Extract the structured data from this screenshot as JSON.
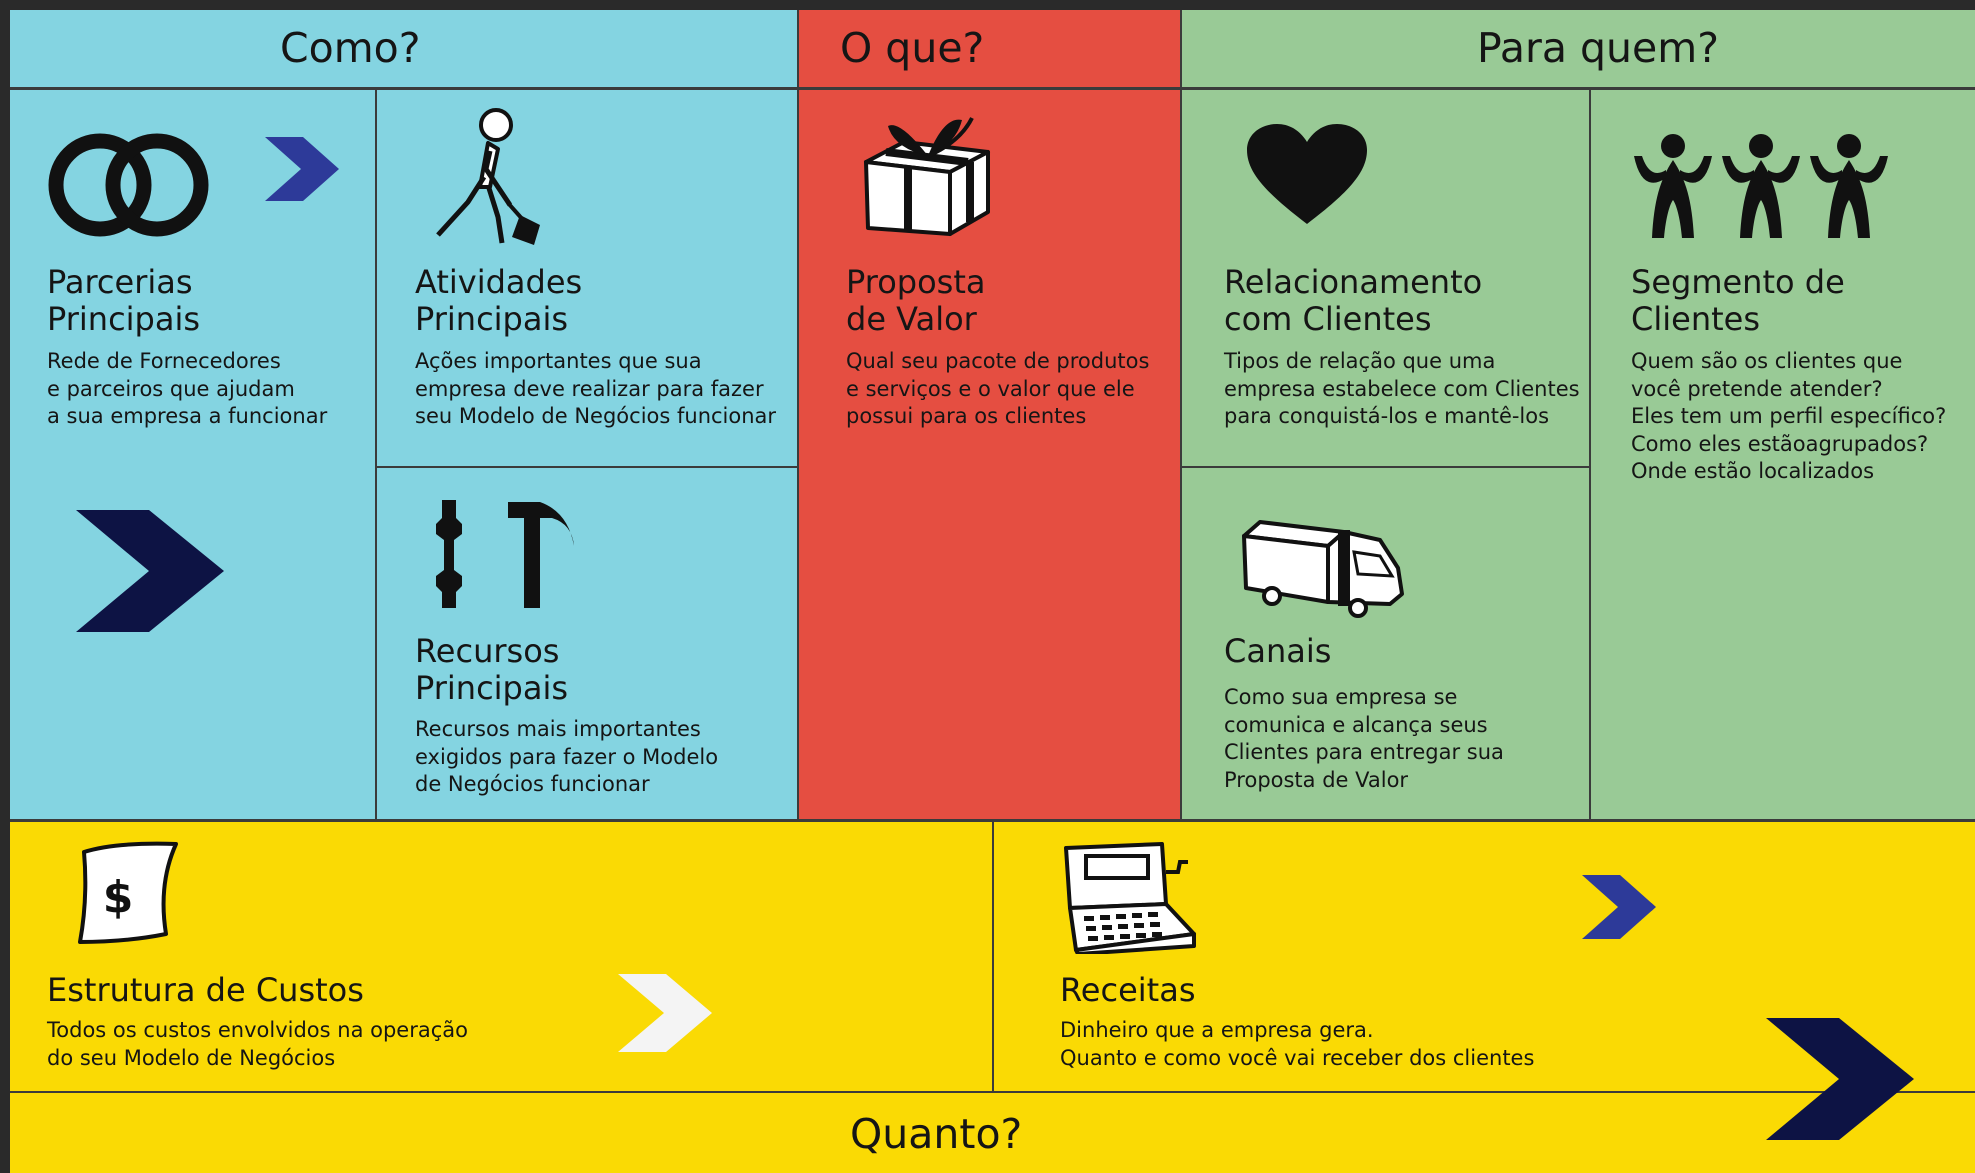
{
  "colors": {
    "blue": "#84D4E1",
    "red": "#E54E41",
    "green": "#99CA96",
    "yellow": "#FADA04",
    "navy": "#0D1344",
    "royal": "#2D3A99",
    "white": "#F4F4F4",
    "ink": "#151515"
  },
  "headers": {
    "como": "Como?",
    "oque": "O que?",
    "paraquem": "Para quem?",
    "quanto": "Quanto?"
  },
  "blocks": {
    "parcerias": {
      "title": "Parcerias\nPrincipais",
      "desc": "Rede de Fornecedores\ne parceiros que ajudam\na sua empresa a funcionar",
      "icon": "rings-icon"
    },
    "atividades": {
      "title": "Atividades\nPrincipais",
      "desc": "Ações importantes que sua\nempresa deve realizar para fazer\nseu Modelo de Negócios funcionar",
      "icon": "worker-shovel-icon"
    },
    "recursos": {
      "title": "Recursos\nPrincipais",
      "desc": "Recursos mais importantes\nexigidos para fazer o Modelo\nde Negócios funcionar",
      "icon": "wrench-hammer-icon"
    },
    "proposta": {
      "title": "Proposta\nde Valor",
      "desc": "Qual seu pacote de produtos\ne serviços e o valor que ele\npossui para os clientes",
      "icon": "gift-icon"
    },
    "relacionamento": {
      "title": "Relacionamento\ncom Clientes",
      "desc": "Tipos de relação que uma\nempresa estabelece com Clientes\npara conquistá-los e mantê-los",
      "icon": "heart-icon"
    },
    "canais": {
      "title": "Canais",
      "desc": "Como sua empresa se\ncomunica e alcança seus\nClientes para entregar sua\nProposta de Valor",
      "icon": "truck-icon"
    },
    "segmento": {
      "title": "Segmento de\nClientes",
      "desc": "Quem são os clientes que\nvocê pretende atender?\nEles tem um perfil específico?\nComo eles estãoagrupados?\nOnde estão localizados",
      "icon": "people-icon"
    },
    "custos": {
      "title": "Estrutura de Custos",
      "desc": "Todos os custos envolvidos na operação\ndo seu Modelo de Negócios",
      "icon": "dollar-note-icon",
      "symbol": "$"
    },
    "receitas": {
      "title": "Receitas",
      "desc": "Dinheiro que a empresa gera.\nQuanto e como você vai receber dos clientes",
      "icon": "cash-register-icon"
    }
  },
  "decorations": [
    "chevron-icon",
    "chevron-icon",
    "chevron-icon",
    "chevron-icon",
    "chevron-icon"
  ]
}
